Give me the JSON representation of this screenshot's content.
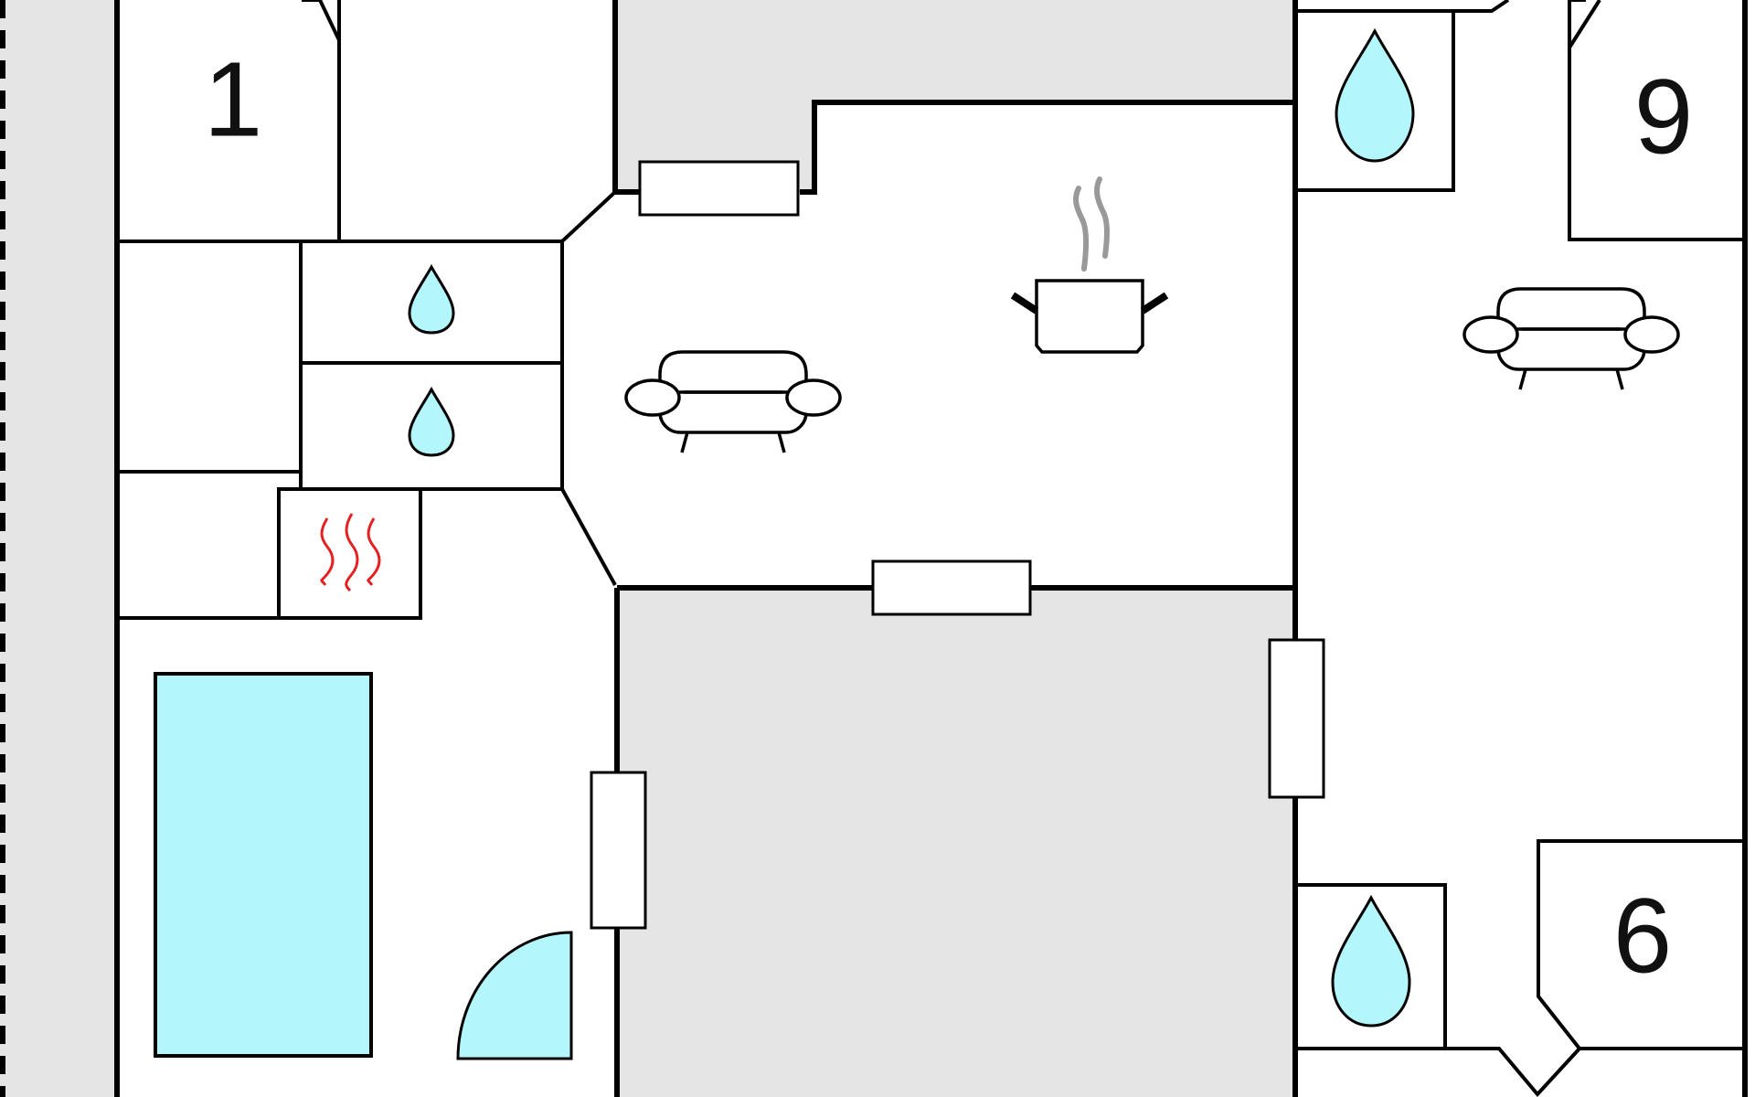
{
  "colors": {
    "background": "#ffffff",
    "shaded_area": "#e5e5e5",
    "wall": "#000000",
    "water": "#b3f6fb",
    "heat": "#e62020",
    "steam": "#999999"
  },
  "room_numbers": {
    "room_1": "1",
    "room_9": "9",
    "room_6": "6"
  },
  "icons": {
    "bathroom": "water-drop-icon",
    "sauna": "heat-waves-icon",
    "living": "sofa-icon",
    "kitchen": "cooking-pot-icon",
    "pool": "swimming-pool",
    "door": "door-swing-icon"
  }
}
